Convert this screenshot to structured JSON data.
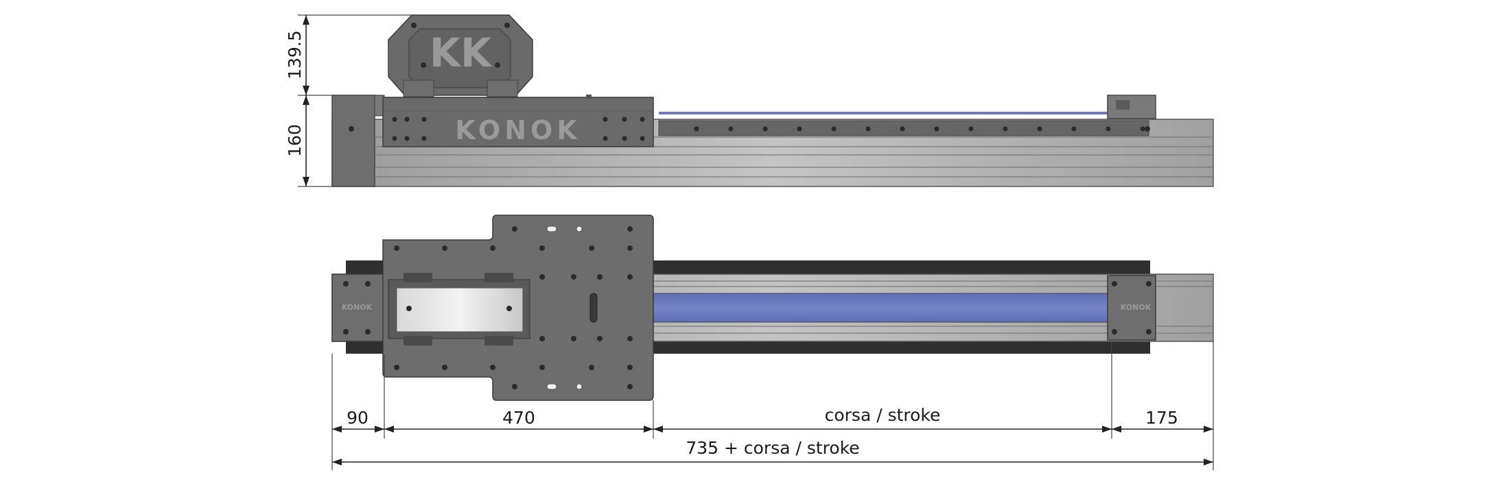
{
  "brand": {
    "logo_text": "KONOK",
    "logo_small": "KONOK",
    "monogram": "KK"
  },
  "dimensions": {
    "height_top": "139.5",
    "height_base": "160",
    "left_end": "90",
    "carriage": "470",
    "stroke": "corsa / stroke",
    "right_end": "175",
    "total": "735 + corsa / stroke"
  },
  "colors": {
    "rail": "#a8a8a8",
    "carriage": "#6a6a6a",
    "belt": "#6c7bbd",
    "dimension_line": "#222222"
  }
}
